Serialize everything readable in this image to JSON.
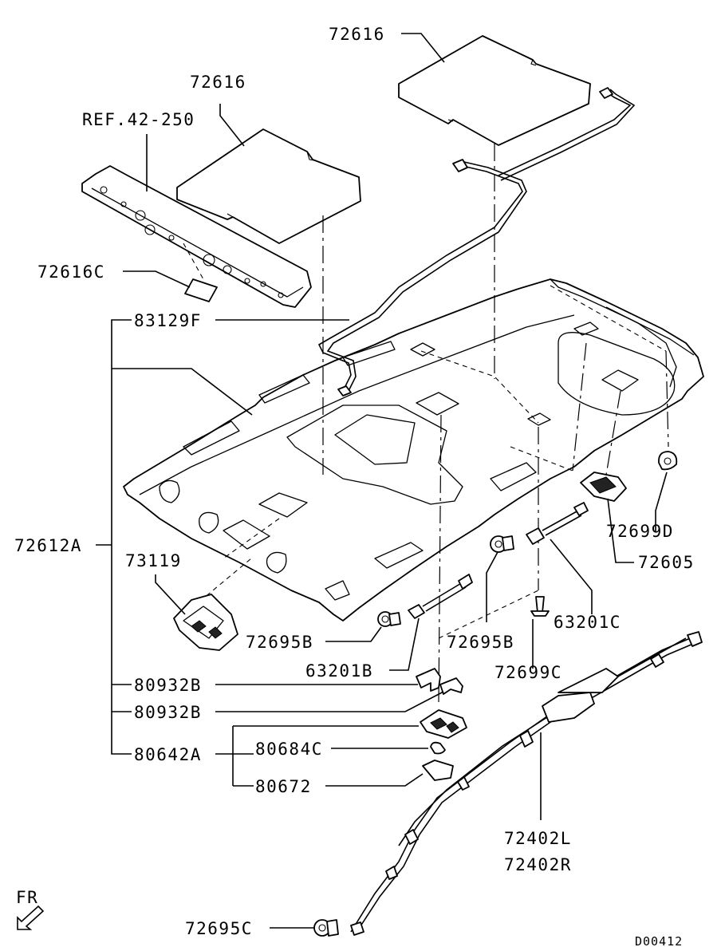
{
  "labels": {
    "p72616_top": "72616",
    "p72616_left": "72616",
    "ref_42_250": "REF.42-250",
    "p72616C": "72616C",
    "p83129F": "83129F",
    "p72612A": "72612A",
    "p73119": "73119",
    "p72695B_left": "72695B",
    "p63201B": "63201B",
    "p72695B_right": "72695B",
    "p63201C": "63201C",
    "p72699C": "72699C",
    "p72699D": "72699D",
    "p72605": "72605",
    "p80932B_1": "80932B",
    "p80932B_2": "80932B",
    "p80642A": "80642A",
    "p80684C": "80684C",
    "p80672": "80672",
    "p72402L": "72402L",
    "p72402R": "72402R",
    "p72695C": "72695C"
  },
  "fr_marker": "FR",
  "diagram_code": "D00412"
}
